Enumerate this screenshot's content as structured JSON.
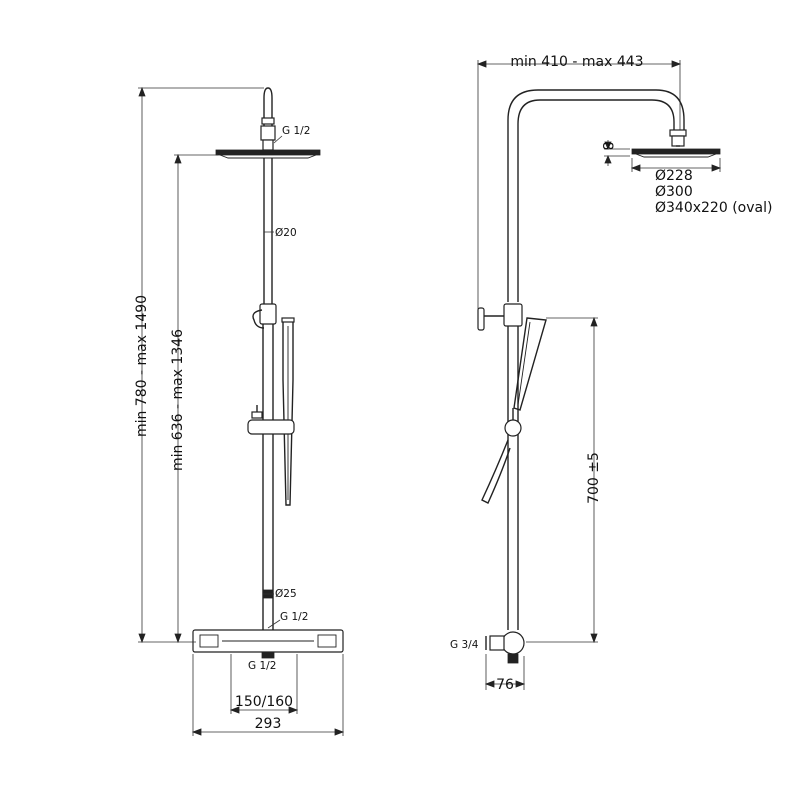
{
  "front_view": {
    "overall_height": "min 780 - max 1490",
    "head_height": "min 636 - max 1346",
    "top_connection": "G 1/2",
    "upper_pipe_diameter": "Ø20",
    "lower_pipe_diameter": "Ø25",
    "inlet_connection_upper": "G 1/2",
    "inlet_connection_lower": "G 1/2",
    "inlet_spacing": "150/160",
    "mixer_width": "293"
  },
  "side_view": {
    "arm_reach": "min 410 - max 443",
    "head_thickness": "8",
    "head_diameters": [
      "Ø228",
      "Ø300",
      "Ø340x220 (oval)"
    ],
    "bracket_height": "700 ±5",
    "wall_connection": "G 3/4",
    "wall_offset": "76"
  }
}
